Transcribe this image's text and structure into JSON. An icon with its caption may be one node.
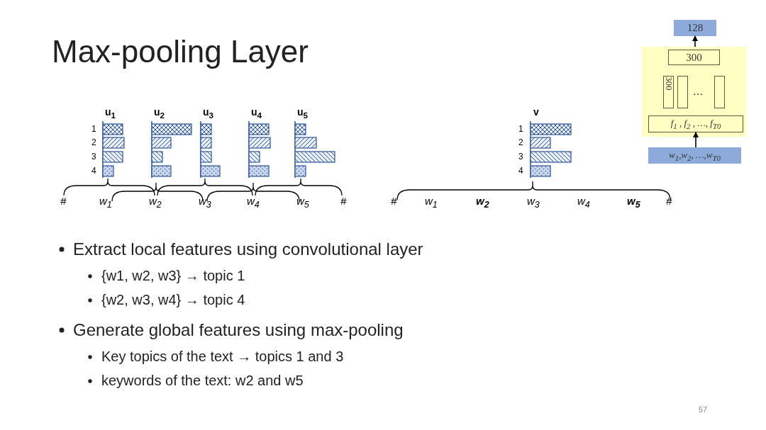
{
  "diagram": {
    "title": "Max-pooling Layer",
    "nodes": [
      {
        "text": [
          "128"
        ]
      },
      {
        "text": [],
        "shape": "box"
      },
      {
        "text": [
          "300"
        ],
        "in": 1
      },
      {
        "text": [
          "300"
        ],
        "in": 1
      },
      {
        "text": [],
        "shape": "box",
        "in": 1
      },
      {
        "text": [],
        "shape": "box",
        "in": 1
      },
      {
        "text": [
          "f$_{1}$ , f$_{2}$ , …, f$_{T0}$"
        ],
        "in": 1
      },
      {
        "text": [
          "w$_{1}$,w$_{2}$, …,w$_{T0}$"
        ]
      }
    ],
    "edges": [
      {
        "from": 7,
        "to": 6,
        "arrow": "to"
      },
      {
        "from": 1,
        "to": 0,
        "arrow": "to"
      }
    ],
    "labels": [
      "u$_{1}$",
      "u$_{2}$",
      "u$_{3}$",
      "u$_{4}$",
      "u$_{5}$",
      "1",
      "2",
      "3",
      "4",
      "#",
      "w$_{1}$",
      "w$_{2}$",
      "w$_{3}$",
      "w$_{4}$",
      "w$_{5}$",
      "#",
      "v",
      "1",
      "2",
      "3",
      "4",
      "#",
      "w$_{1}$",
      "w$_{2}$",
      "w$_{3}$",
      "w$_{4}$",
      "w$_{5}$",
      "#",
      "Extract local features using convolutional layer",
      "{w1, w2, w3} → topic 1",
      "{w2, w3, w4} → topic 4",
      "Generate global features using max-pooling",
      "Key topics of the text → topics 1 and 3",
      "keywords of the text: w2 and w5",
      "57",
      "…"
    ]
  }
}
